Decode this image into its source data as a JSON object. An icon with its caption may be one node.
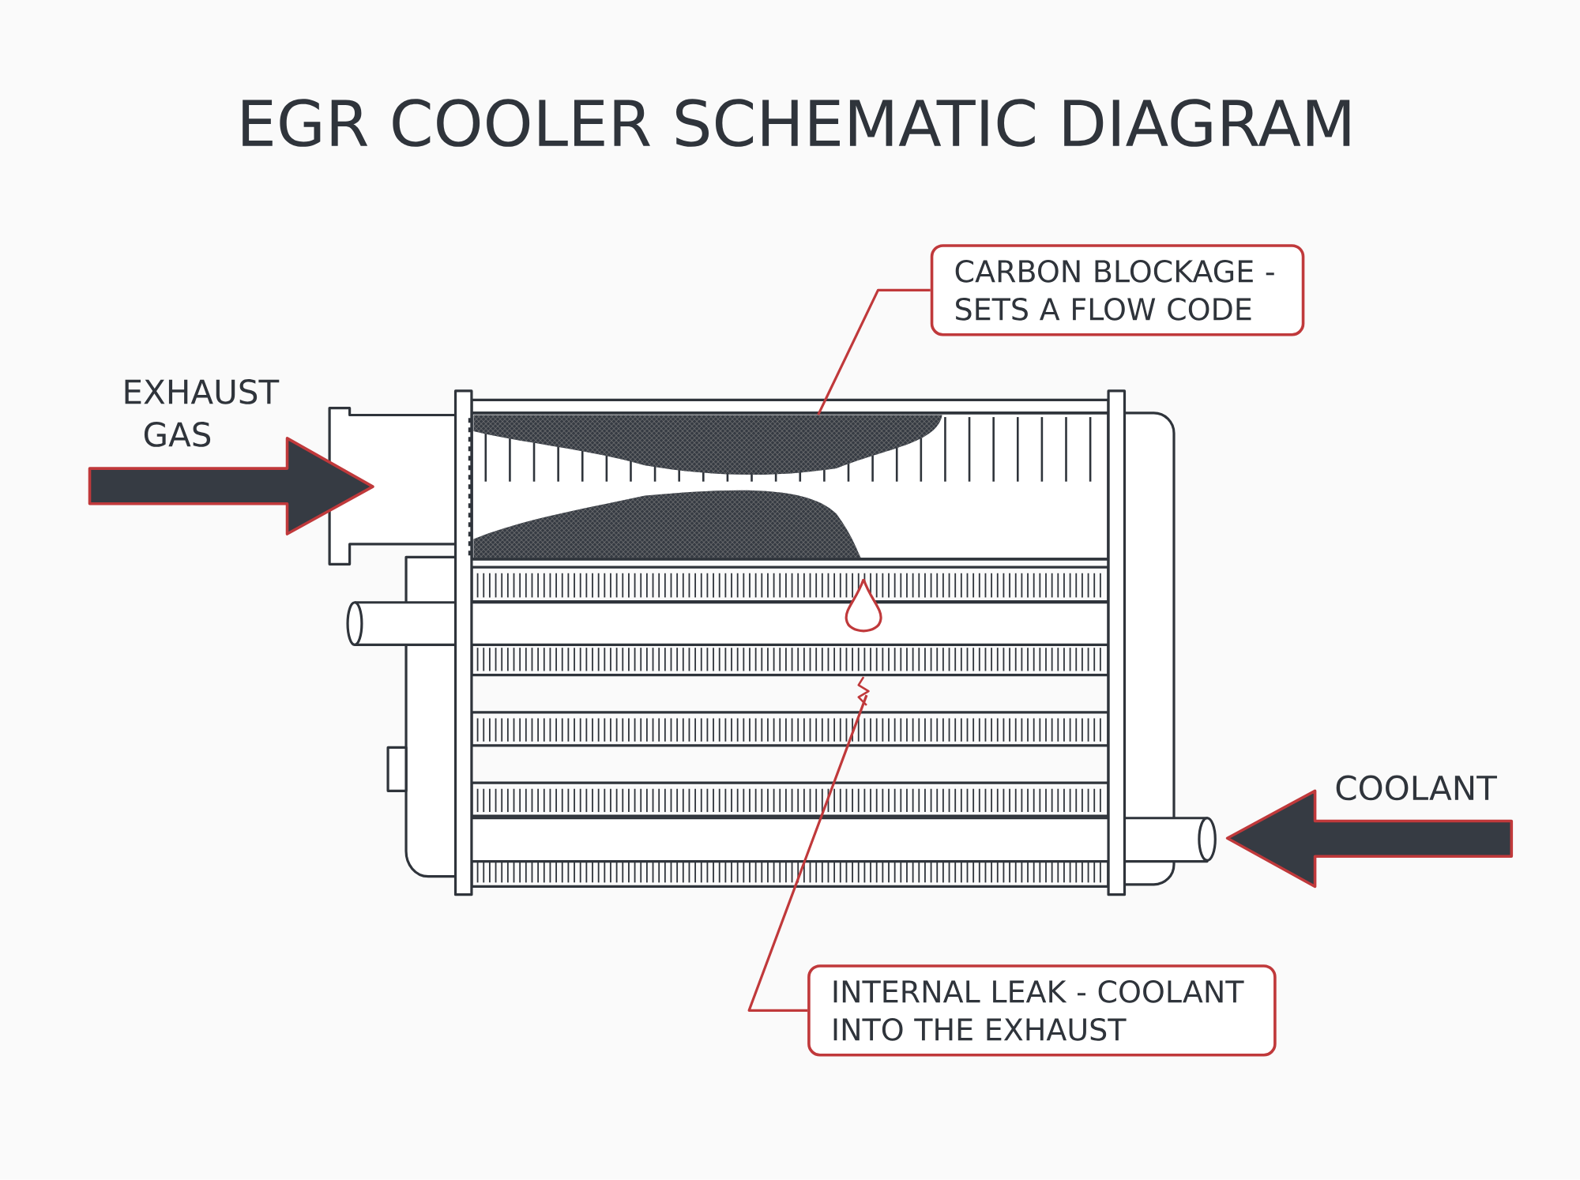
{
  "diagram": {
    "title": "EGR COOLER SCHEMATIC DIAGRAM",
    "nodes": [
      {
        "text": [
          "CARBON BLOCKAGE - SETS A FLOW CODE"
        ]
      },
      {
        "text": [
          "INTERNAL LEAK - COOLANT INTO THE EXHAUST"
        ]
      },
      {
        "text": [],
        "shape": "picture"
      },
      {
        "text": [],
        "shape": "picture"
      }
    ],
    "edges": [
      {
        "from": 0,
        "to": 2,
        "arrow": "none"
      },
      {
        "from": 1,
        "to": 3,
        "arrow": "none"
      }
    ],
    "labels": [
      "EXHAUST GAS",
      "COOLANT"
    ]
  }
}
